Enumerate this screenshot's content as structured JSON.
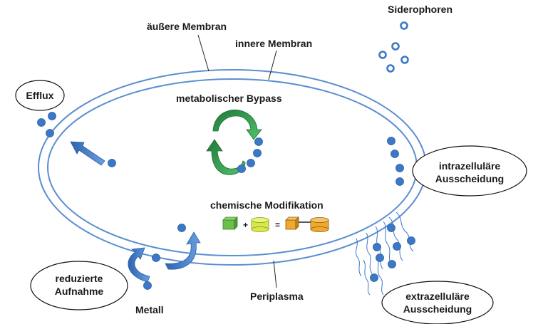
{
  "labels": {
    "outer_membrane": "äußere Membran",
    "inner_membrane": "innere Membran",
    "siderophores": "Siderophoren",
    "efflux": "Efflux",
    "metabolic_bypass": "metabolischer Bypass",
    "intracellular_1": "intrazelluläre",
    "intracellular_2": "Ausscheidung",
    "chemical_mod": "chemische Modifikation",
    "reduced_1": "reduzierte",
    "reduced_2": "Aufnahme",
    "metal": "Metall",
    "periplasm": "Periplasma",
    "extracellular_1": "extrazelluläre",
    "extracellular_2": "Ausscheidung"
  },
  "equation": {
    "plus": "+",
    "equals": "="
  },
  "colors": {
    "membrane": "#5b8fd0",
    "ion": "#3b78c8",
    "bypass_arrow": "#2e9e4c",
    "cube_green": "#6cc04a",
    "cylinder_yellow": "#d8e84a",
    "product_orange": "#f0a92e"
  }
}
